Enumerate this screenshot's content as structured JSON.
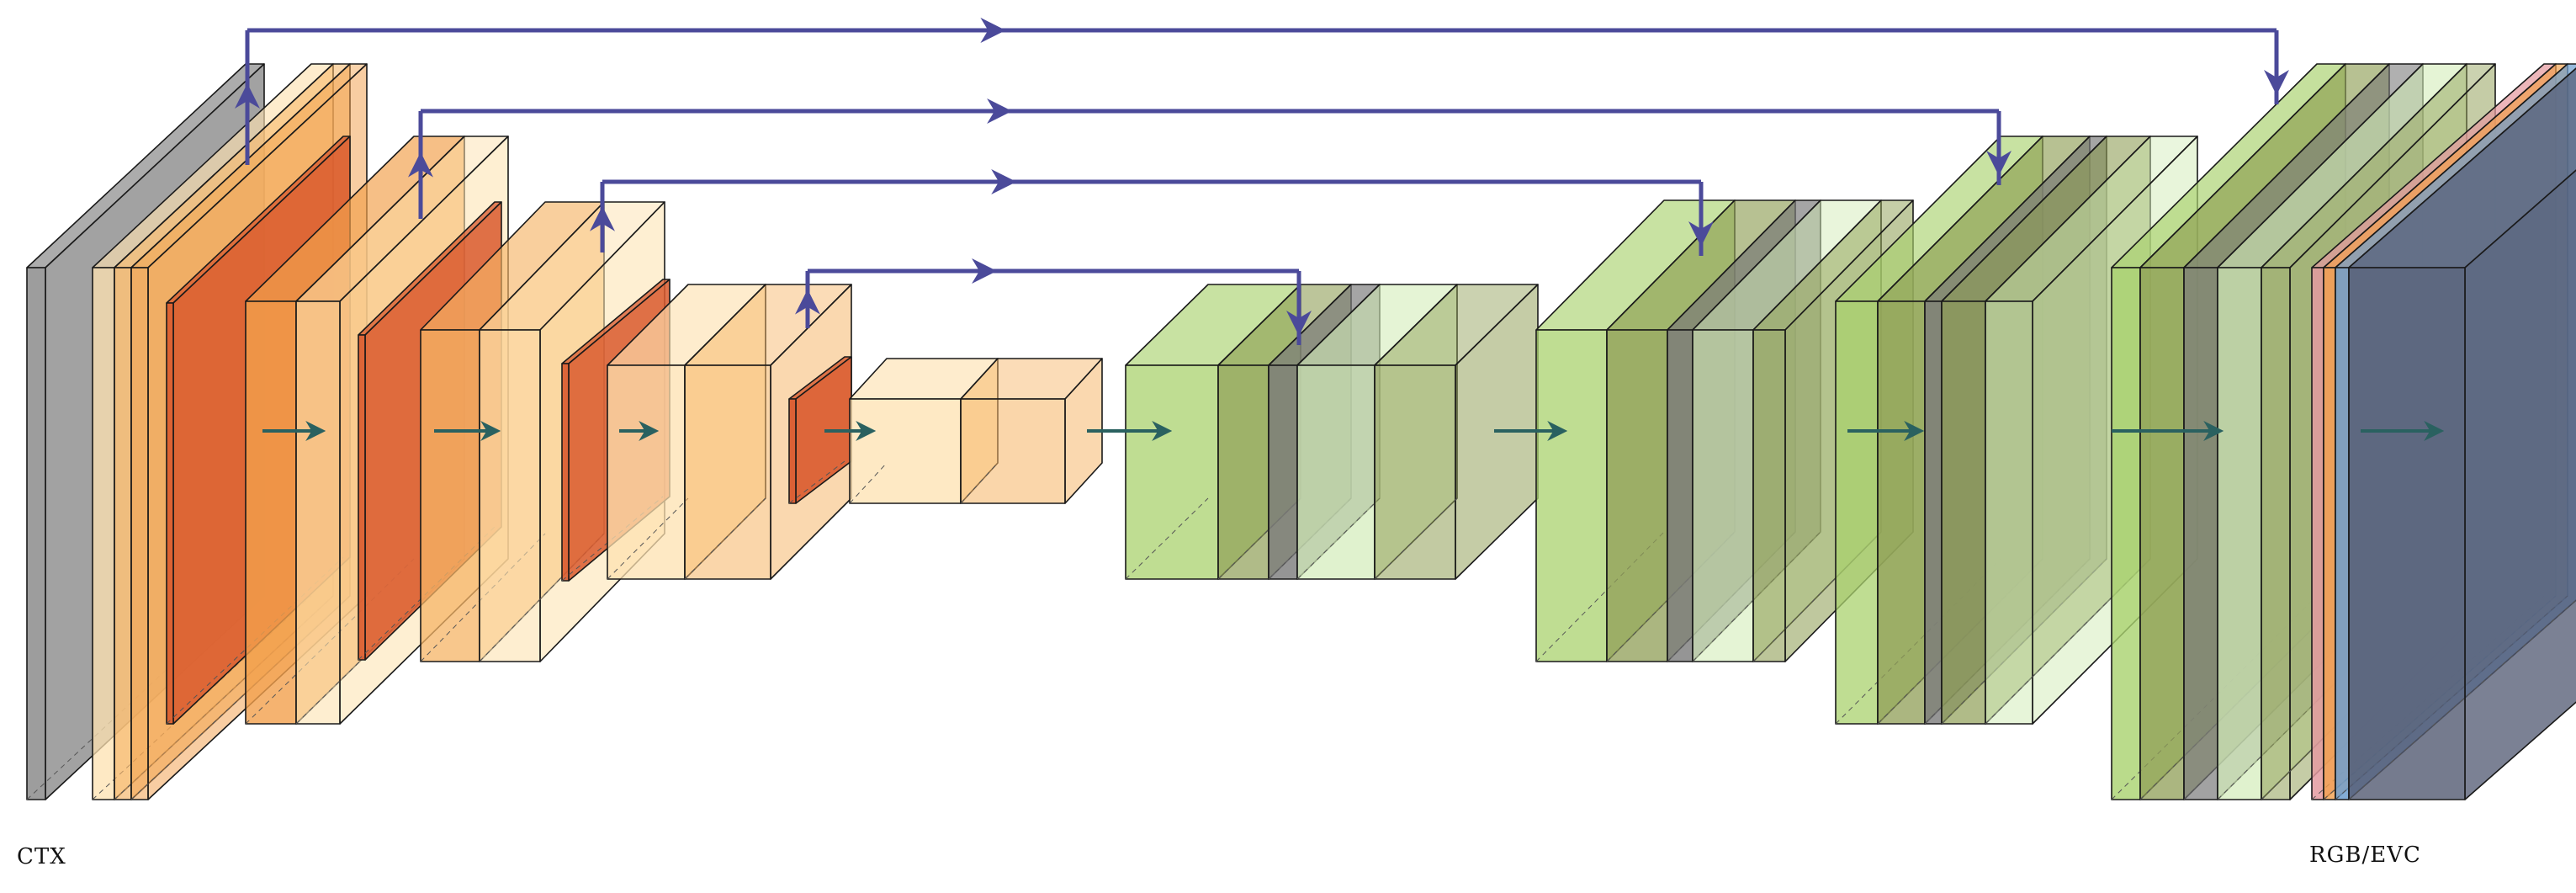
{
  "labels": {
    "input": "CTX",
    "output": "RGB/EVC"
  },
  "colors": {
    "input_slab": "#8c8c8c",
    "encoder_light": "#fde2b0",
    "encoder_mid": "#f6b465",
    "encoder_dark": "#f2a04c",
    "pool": "#d95a2e",
    "decoder_light": "#d3ecb9",
    "decoder_mid": "#a9d26e",
    "decoder_olive": "#8f9e55",
    "concat_gray": "#7b7b7b",
    "skip_arrow": "#4b4a9a",
    "flow_arrow": "#2a6160",
    "output_pink": "#e49aa0",
    "output_blue": "#6f9fce",
    "output_slate": "#525a72"
  },
  "diagram": {
    "direction": "left-to-right",
    "encoder_stages": 4,
    "bottleneck_stages": 1,
    "decoder_stages": 4,
    "skip_connections": 4
  }
}
